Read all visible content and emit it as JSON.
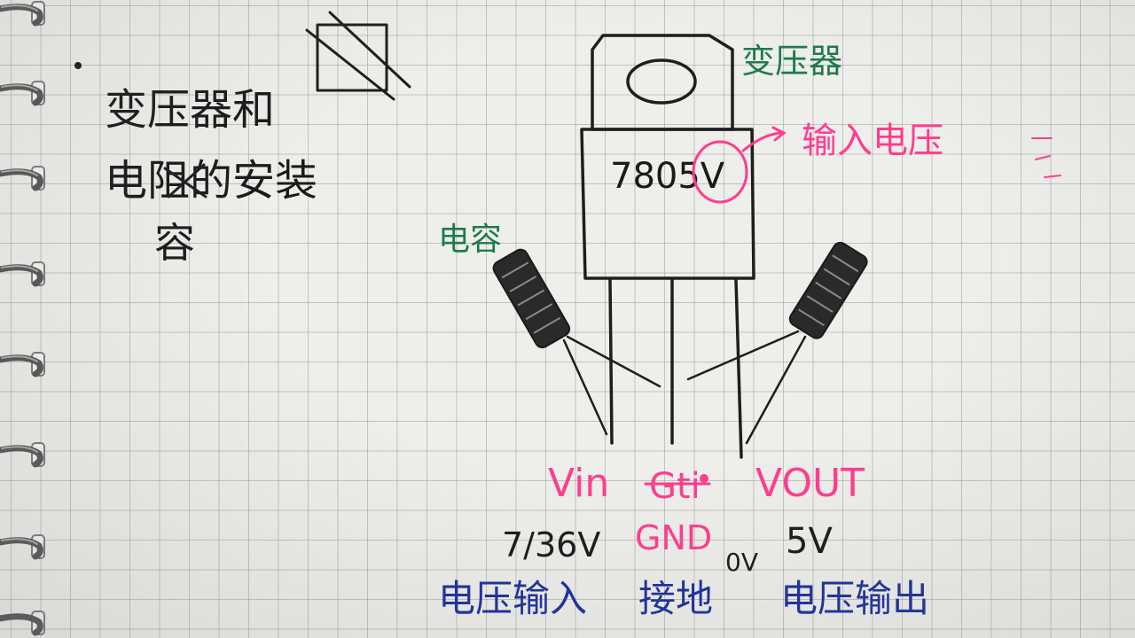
{
  "note": {
    "heading_line1": "变压器和",
    "heading_line2": "电阻的安装",
    "heading_line3": "容",
    "bullet": "•"
  },
  "regulator": {
    "label": "变压器",
    "part_number": "7805V",
    "input_voltage_label": "输入电压"
  },
  "capacitor_left": {
    "label": "电容"
  },
  "pins": {
    "vin": {
      "name": "Vin",
      "range": "7/36V",
      "description": "电压输入"
    },
    "gnd": {
      "name_crossed": "Gti",
      "name": "GND",
      "voltage": "0V",
      "description": "接地"
    },
    "vout": {
      "name": "VOUT",
      "voltage": "5V",
      "description": "电压输出"
    }
  },
  "colors": {
    "pink": "#ff3d8f",
    "green": "#1f7a4c",
    "blue": "#1a2f9c",
    "black": "#1a1a1a"
  }
}
